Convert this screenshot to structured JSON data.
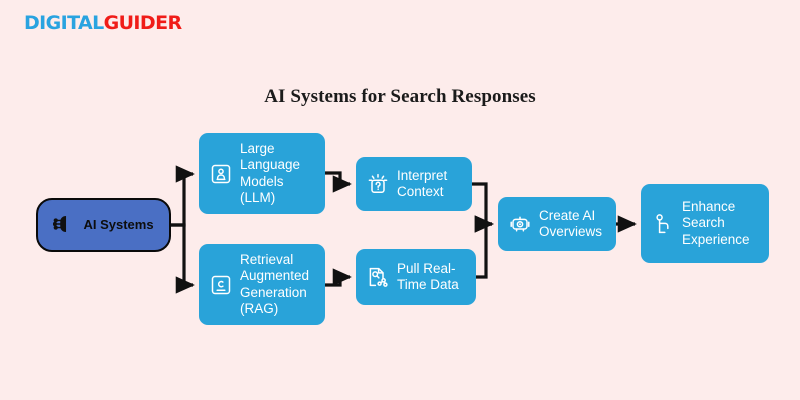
{
  "brand": {
    "logo_part_1": "DIGITAL",
    "logo_part_2": "GUIDER",
    "logo_color_1": "#29a3e0",
    "logo_color_2": "#f01c18"
  },
  "page": {
    "title": "AI Systems for Search Responses",
    "background_color": "#fdeceb"
  },
  "theme": {
    "node_fill": "#29a3d9",
    "root_fill": "#4a6fc4",
    "root_border": "#0a0a0a",
    "node_text": "#ffffff",
    "connector_color": "#111111"
  },
  "diagram": {
    "type": "flowchart",
    "nodes": [
      {
        "id": "root",
        "label": "AI Systems",
        "icon": "ai-brain-icon",
        "style": "root"
      },
      {
        "id": "llm",
        "label": "Large\nLanguage\nModels\n(LLM)",
        "icon": "language-model-icon",
        "style": "process"
      },
      {
        "id": "rag",
        "label": "Retrieval\nAugmented\nGeneration\n(RAG)",
        "icon": "document-retrieval-icon",
        "style": "process"
      },
      {
        "id": "interpret",
        "label": "Interpret\nContext",
        "icon": "question-insight-icon",
        "style": "process"
      },
      {
        "id": "realtime",
        "label": "Pull Real-\nTime Data",
        "icon": "data-fetch-icon",
        "style": "process"
      },
      {
        "id": "overview",
        "label": "Create AI\nOverviews",
        "icon": "robot-eye-icon",
        "style": "process"
      },
      {
        "id": "enhance",
        "label": "Enhance\nSearch\nExperience",
        "icon": "person-search-icon",
        "style": "process"
      }
    ],
    "edges": [
      {
        "from": "root",
        "to": "llm"
      },
      {
        "from": "root",
        "to": "rag"
      },
      {
        "from": "llm",
        "to": "interpret"
      },
      {
        "from": "rag",
        "to": "realtime"
      },
      {
        "from": "interpret",
        "to": "overview"
      },
      {
        "from": "realtime",
        "to": "overview"
      },
      {
        "from": "overview",
        "to": "enhance"
      }
    ]
  }
}
